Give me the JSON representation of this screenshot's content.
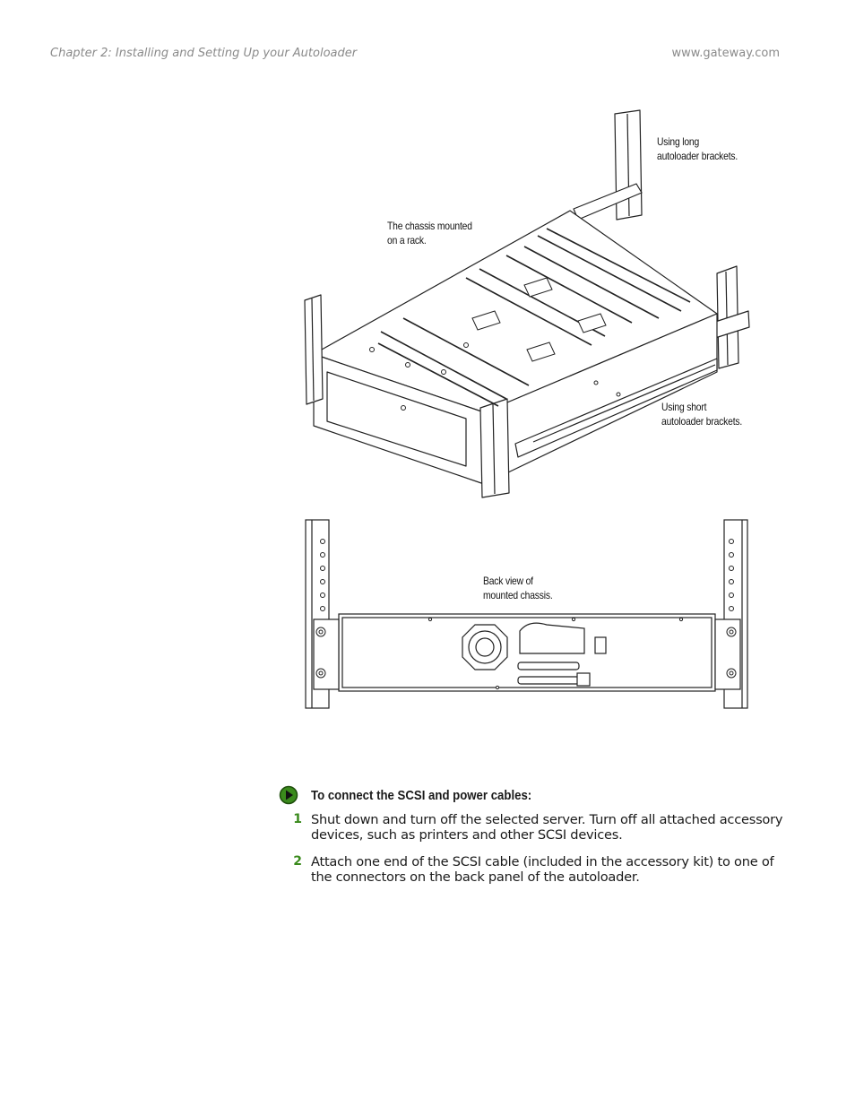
{
  "header": {
    "chapter": "Chapter 2: Installing and Setting Up your Autoloader",
    "website": "www.gateway.com"
  },
  "figure_top": {
    "captions": {
      "long_brackets": [
        "Using long",
        "autoloader brackets."
      ],
      "chassis_mounted": [
        "The chassis mounted",
        "on a rack."
      ],
      "short_brackets": [
        "Using short",
        "autoloader brackets."
      ]
    }
  },
  "figure_bottom": {
    "captions": {
      "back_view": [
        "Back view of",
        "mounted chassis."
      ]
    }
  },
  "procedure": {
    "icon": "play-arrow-icon",
    "title": "To connect the SCSI and power cables:",
    "steps": [
      {
        "number": "1",
        "text": "Shut down and turn off the selected server. Turn off all attached accessory devices, such as printers and other SCSI devices."
      },
      {
        "number": "2",
        "text": "Attach one end of the SCSI cable (included in the accessory kit) to one of the connectors on the back panel of the autoloader."
      }
    ]
  },
  "colors": {
    "accent_green": "#3a8a1c",
    "header_gray": "#8a8a8a"
  }
}
